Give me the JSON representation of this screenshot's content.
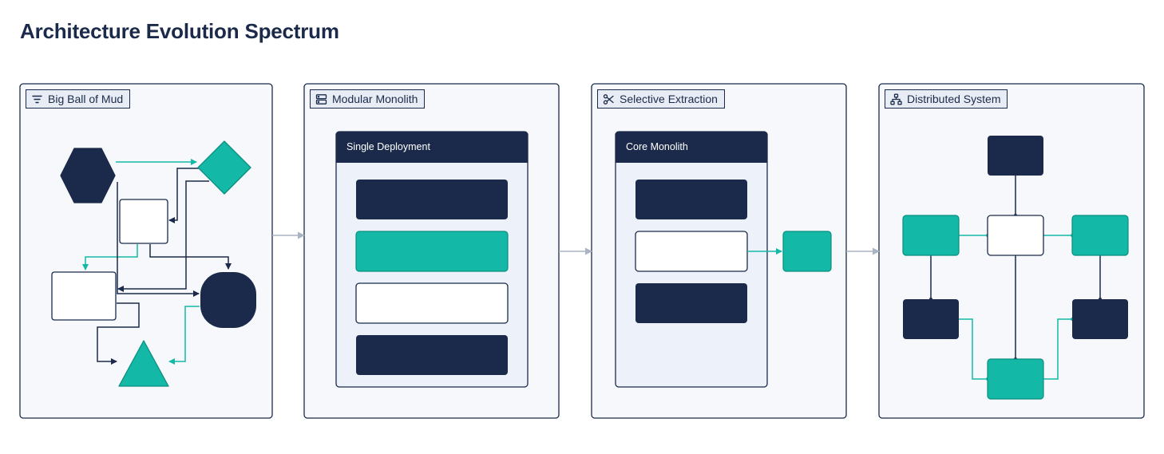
{
  "page": {
    "title": "Architecture Evolution Spectrum"
  },
  "panels": [
    {
      "label": "Big Ball of Mud",
      "icon": "filter-icon"
    },
    {
      "label": "Modular Monolith",
      "icon": "server-icon"
    },
    {
      "label": "Selective Extraction",
      "icon": "scissors-icon"
    },
    {
      "label": "Distributed System",
      "icon": "hierarchy-icon"
    }
  ],
  "modular_monolith": {
    "container_title": "Single Deployment"
  },
  "selective_extraction": {
    "container_title": "Core Monolith"
  },
  "colors": {
    "navy": "#1b2a4a",
    "teal": "#14b8a6",
    "panel_bg": "#f6f8fc",
    "container_bg": "#edf2fa",
    "connector": "#a9b3c2"
  }
}
